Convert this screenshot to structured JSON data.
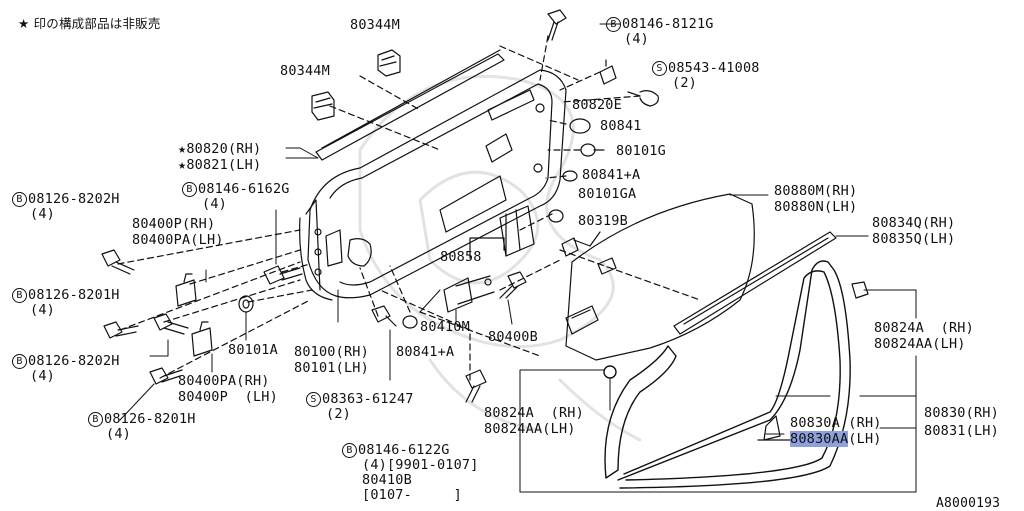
{
  "note": "★ 印の構成部品は非販売",
  "diagram_code": "A8000193",
  "star_glyph": "★",
  "bolt_glyph": "B",
  "screw_glyph": "S",
  "colors": {
    "ink": "#111111",
    "highlight": "#8e9fd9"
  },
  "labels": {
    "p80344m_top": "80344M",
    "p80344m_left": "80344M",
    "b08146_8121g": "08146-8121G",
    "b08146_8121g_qty": "(4)",
    "s08543_41008": "08543-41008",
    "s08543_41008_qty": "(2)",
    "p80820e": "80820E",
    "p80841_a": "80841",
    "p80101g": "80101G",
    "p80841pa_top": "80841+A",
    "p80820rh": "80820(RH)",
    "p80821lh": "80821(LH)",
    "p80101ga": "80101GA",
    "p80319b": "80319B",
    "p80858": "80858",
    "p80880m": "80880M(RH)",
    "p80880n": "80880N(LH)",
    "p80834q": "80834Q(RH)",
    "p80835q": "80835Q(LH)",
    "b08126_8202h_a": "08126-8202H",
    "b08126_8202h_a_qty": "(4)",
    "b08146_6162g": "08146-6162G",
    "b08146_6162g_qty": "(4)",
    "p80400p_rh": "80400P(RH)",
    "p80400pa_lh": "80400PA(LH)",
    "b08126_8201h_a": "08126-8201H",
    "b08126_8201h_a_qty": "(4)",
    "p80410m": "80410M",
    "p80400b": "80400B",
    "p80101a": "80101A",
    "p80100rh": "80100(RH)",
    "p80101lh": "80101(LH)",
    "p80841pa_mid": "80841+A",
    "p80824a_rh_right": "80824A  (RH)",
    "p80824aa_lh_right": "80824AA(LH)",
    "b08126_8202h_b": "08126-8202H",
    "b08126_8202h_b_qty": "(4)",
    "p80400pa_rh": "80400PA(RH)",
    "p80400p_lh": "80400P  (LH)",
    "s08363_61247": "08363-61247",
    "s08363_61247_qty": "(2)",
    "b08126_8201h_b": "08126-8201H",
    "b08126_8201h_b_qty": "(4)",
    "p80824a_rh_mid": "80824A  (RH)",
    "p80824aa_lh_mid": "80824AA(LH)",
    "hibaibai": "非販売",
    "p80830a_rh_code": "80830A",
    "p80830a_rh_side": "(RH)",
    "p80830aa_lh_code": "80830AA",
    "p80830aa_lh_side": "(LH)",
    "p80830rh": "80830(RH)",
    "p80831lh": "80831(LH)",
    "b08146_6122g": "08146-6122G",
    "b08146_6122g_qty": "(4)[9901-0107]",
    "p80410b": "80410B",
    "p80410b_range": "[0107-     ]"
  }
}
